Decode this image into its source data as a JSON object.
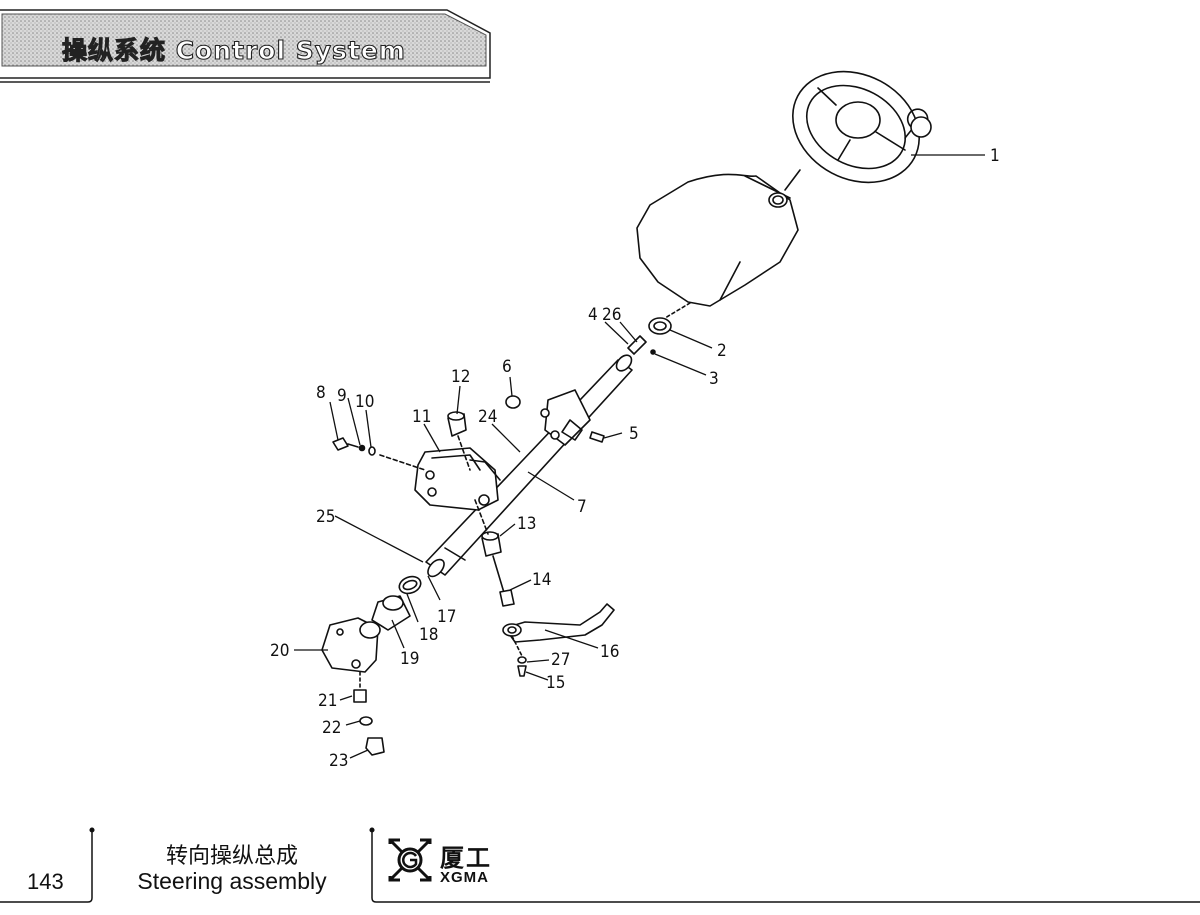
{
  "header": {
    "title": "操纵系统  Control System"
  },
  "diagram": {
    "callouts": [
      {
        "label": "1"
      },
      {
        "label": "2"
      },
      {
        "label": "3"
      },
      {
        "label": "4"
      },
      {
        "label": "26"
      },
      {
        "label": "5"
      },
      {
        "label": "6"
      },
      {
        "label": "7"
      },
      {
        "label": "8"
      },
      {
        "label": "9"
      },
      {
        "label": "10"
      },
      {
        "label": "11"
      },
      {
        "label": "12"
      },
      {
        "label": "24"
      },
      {
        "label": "13"
      },
      {
        "label": "14"
      },
      {
        "label": "25"
      },
      {
        "label": "16"
      },
      {
        "label": "17"
      },
      {
        "label": "18"
      },
      {
        "label": "19"
      },
      {
        "label": "20"
      },
      {
        "label": "27"
      },
      {
        "label": "15"
      },
      {
        "label": "21"
      },
      {
        "label": "22"
      },
      {
        "label": "23"
      }
    ]
  },
  "footer": {
    "page_number": "143",
    "caption_cn": "转向操纵总成",
    "caption_en": "Steering assembly",
    "brand_cn": "厦工",
    "brand_en": "XGMA"
  }
}
